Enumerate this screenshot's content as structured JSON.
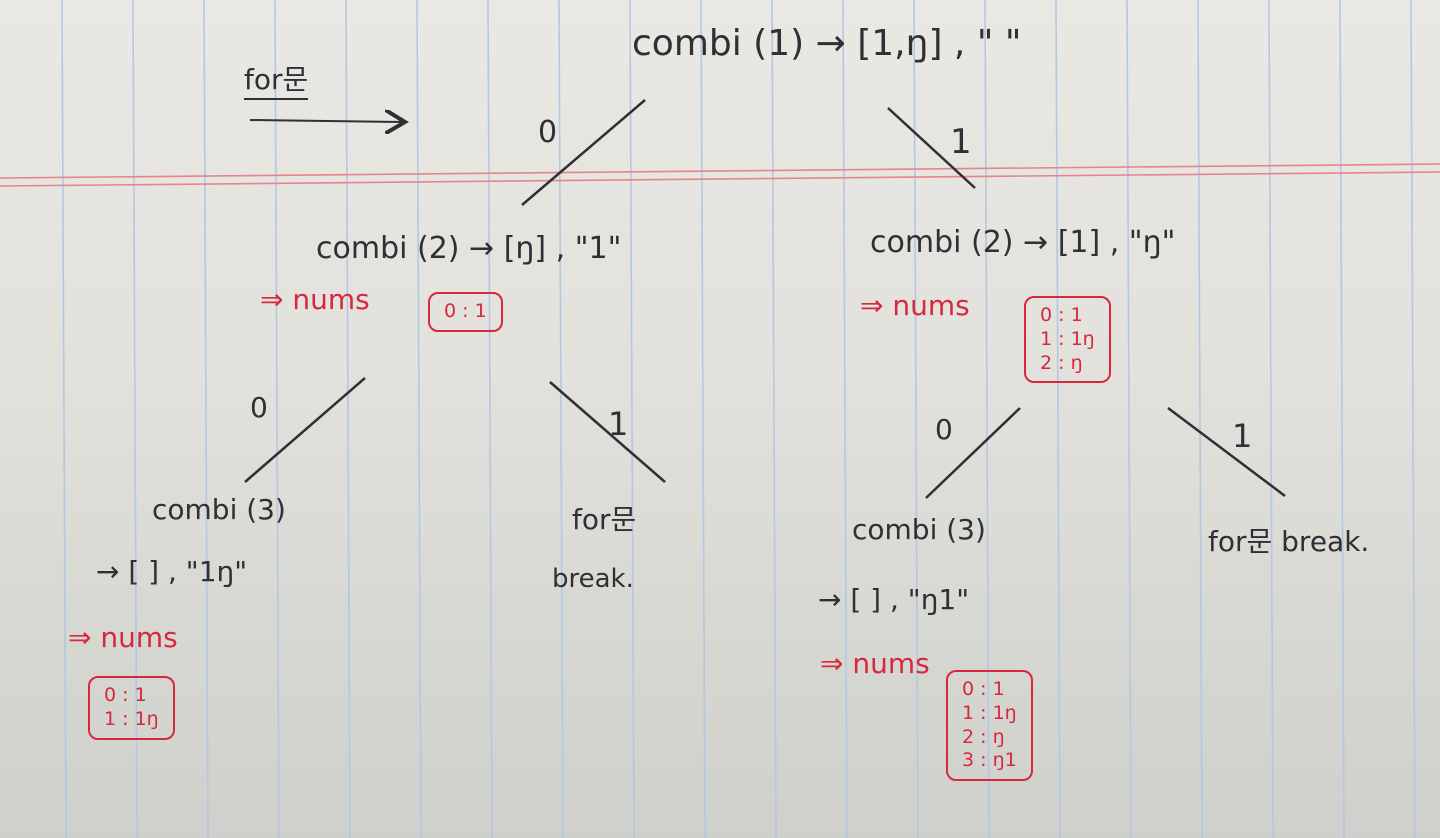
{
  "note": {
    "colors": {
      "paper": "#e6e5e0",
      "rule_blue": "#b3c8e1",
      "rule_red": "#e6848c",
      "ink": "#2f2f35",
      "red_ink": "#d8283e"
    },
    "legend": {
      "label": "for문"
    },
    "root": {
      "call": "combi (1) → [1,ŋ] , \" \""
    },
    "left_branch": {
      "label": "0",
      "call": "combi (2) → [ŋ] , \"1\"",
      "nums_label": "⇒ nums",
      "nums": [
        "0 : 1"
      ],
      "children": {
        "left": {
          "label": "0",
          "call": "combi (3)",
          "result": "→ [ ] , \"1ŋ\"",
          "nums_label": "⇒ nums",
          "nums": [
            "0 : 1",
            "1 : 1ŋ"
          ]
        },
        "right": {
          "label": "1",
          "text_lines": [
            "for문",
            "break."
          ]
        }
      }
    },
    "right_branch": {
      "label": "1",
      "call": "combi (2) → [1] , \"ŋ\"",
      "nums_label": "⇒ nums",
      "nums": [
        "0 : 1",
        "1 : 1ŋ",
        "2 : ŋ"
      ],
      "children": {
        "left": {
          "label": "0",
          "call": "combi (3)",
          "result": "→ [ ] , \"ŋ1\"",
          "nums_label": "⇒ nums",
          "nums": [
            "0 : 1",
            "1 : 1ŋ",
            "2 : ŋ",
            "3 : ŋ1"
          ]
        },
        "right": {
          "label": "1",
          "text": "for문 break."
        }
      }
    }
  }
}
